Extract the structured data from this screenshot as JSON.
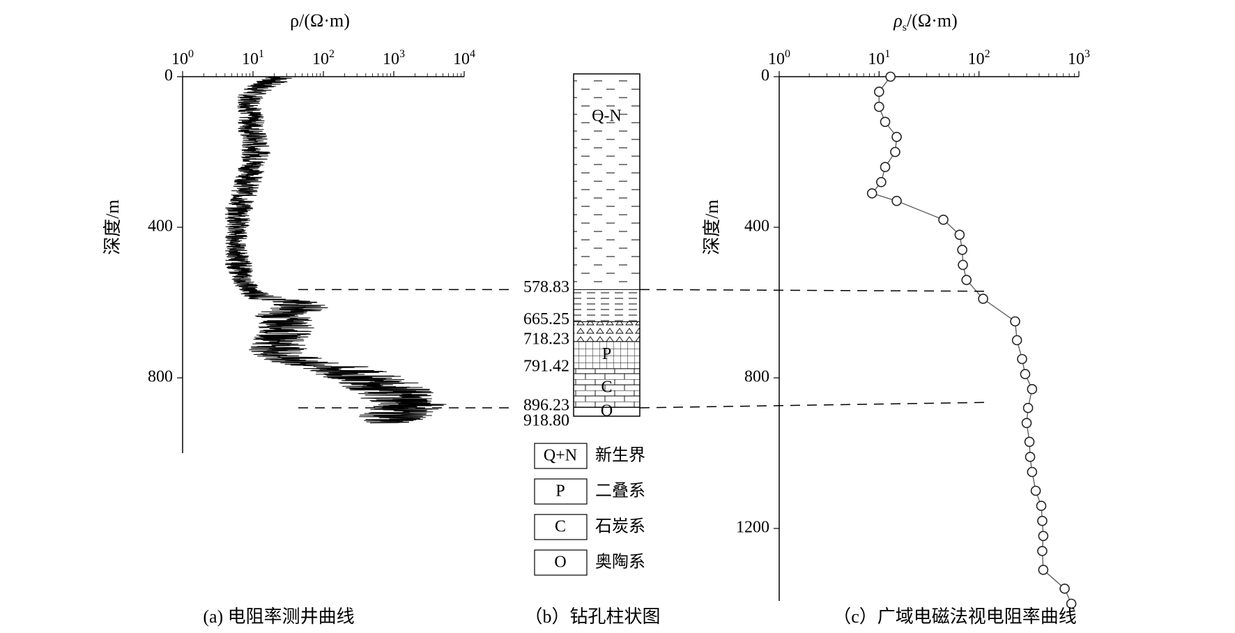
{
  "chart_data": [
    {
      "id": "a",
      "type": "line",
      "caption": "(a)  电阻率测井曲线",
      "x_title": "ρ/(Ω·m)",
      "y_title": "深度/m",
      "x_scale": "log",
      "x_axis_position": "top",
      "xlim": [
        1,
        10000
      ],
      "x_ticks": [
        {
          "value": 1,
          "base": "10",
          "exp": "0"
        },
        {
          "value": 10,
          "base": "10",
          "exp": "1"
        },
        {
          "value": 100,
          "base": "10",
          "exp": "2"
        },
        {
          "value": 1000,
          "base": "10",
          "exp": "3"
        },
        {
          "value": 10000,
          "base": "10",
          "exp": "4"
        }
      ],
      "ylim": [
        0,
        1000
      ],
      "y_inverted": true,
      "y_ticks": [
        {
          "value": 0,
          "label": "0"
        },
        {
          "value": 400,
          "label": "400"
        },
        {
          "value": 800,
          "label": "800"
        }
      ],
      "grid": false,
      "series": [
        {
          "color": "#000000",
          "points": [
            [
              0,
              35
            ],
            [
              20,
              15
            ],
            [
              50,
              9
            ],
            [
              100,
              8
            ],
            [
              150,
              9
            ],
            [
              200,
              10
            ],
            [
              250,
              9
            ],
            [
              300,
              7
            ],
            [
              350,
              6
            ],
            [
              400,
              5
            ],
            [
              450,
              5
            ],
            [
              500,
              6
            ],
            [
              540,
              7
            ],
            [
              570,
              8
            ],
            [
              590,
              15
            ],
            [
              610,
              70
            ],
            [
              630,
              25
            ],
            [
              660,
              30
            ],
            [
              700,
              25
            ],
            [
              740,
              20
            ],
            [
              760,
              50
            ],
            [
              790,
              400
            ],
            [
              810,
              800
            ],
            [
              830,
              1200
            ],
            [
              850,
              2000
            ],
            [
              870,
              3500
            ],
            [
              890,
              3000
            ],
            [
              900,
              2500
            ],
            [
              910,
              2000
            ],
            [
              920,
              800
            ]
          ],
          "envelope": [
            [
              0,
              15,
              45
            ],
            [
              20,
              8,
              25
            ],
            [
              50,
              6,
              14
            ],
            [
              100,
              6,
              14
            ],
            [
              150,
              6,
              16
            ],
            [
              200,
              7,
              18
            ],
            [
              250,
              6,
              15
            ],
            [
              300,
              5,
              12
            ],
            [
              350,
              4,
              10
            ],
            [
              400,
              4,
              9
            ],
            [
              450,
              4,
              8
            ],
            [
              500,
              4,
              10
            ],
            [
              540,
              5,
              10
            ],
            [
              570,
              6,
              14
            ],
            [
              590,
              8,
              30
            ],
            [
              610,
              20,
              150
            ],
            [
              630,
              10,
              60
            ],
            [
              660,
              12,
              80
            ],
            [
              700,
              10,
              60
            ],
            [
              740,
              8,
              60
            ],
            [
              760,
              15,
              150
            ],
            [
              790,
              60,
              1000
            ],
            [
              810,
              150,
              2000
            ],
            [
              830,
              200,
              3500
            ],
            [
              850,
              300,
              4500
            ],
            [
              870,
              500,
              6000
            ],
            [
              890,
              400,
              5000
            ],
            [
              900,
              300,
              3500
            ],
            [
              910,
              300,
              3000
            ],
            [
              920,
              300,
              1500
            ]
          ]
        }
      ]
    },
    {
      "id": "b",
      "type": "table",
      "caption": "（b）钻孔柱状图",
      "depth_range": [
        0,
        918.8
      ],
      "boundaries": [
        "578.83",
        "665.25",
        "718.23",
        "791.42",
        "896.23",
        "918.80"
      ],
      "layers": [
        {
          "from": 0,
          "to": 578.83,
          "label": "Q-N",
          "pattern": "dashes"
        },
        {
          "from": 578.83,
          "to": 665.25,
          "label": "",
          "pattern": "lines"
        },
        {
          "from": 665.25,
          "to": 718.23,
          "label": "",
          "pattern": "triangles"
        },
        {
          "from": 718.23,
          "to": 791.42,
          "label": "P",
          "pattern": "grid"
        },
        {
          "from": 791.42,
          "to": 896.23,
          "label": "C",
          "pattern": "bricks"
        },
        {
          "from": 896.23,
          "to": 918.8,
          "label": "O",
          "pattern": "plain"
        }
      ],
      "legend": [
        {
          "code": "Q+N",
          "name": "新生界"
        },
        {
          "code": "P",
          "name": "二叠系"
        },
        {
          "code": "C",
          "name": "石炭系"
        },
        {
          "code": "O",
          "name": "奥陶系"
        }
      ]
    },
    {
      "id": "c",
      "type": "scatter",
      "caption": "（c）广域电磁法视电阻率曲线",
      "x_title_base": "ρ",
      "x_title_sub": "s",
      "x_title_rest": "/(Ω·m)",
      "y_title": "深度/m",
      "x_scale": "log",
      "x_axis_position": "top",
      "xlim": [
        1,
        1000
      ],
      "x_ticks": [
        {
          "value": 1,
          "base": "10",
          "exp": "0"
        },
        {
          "value": 10,
          "base": "10",
          "exp": "1"
        },
        {
          "value": 100,
          "base": "10",
          "exp": "2"
        },
        {
          "value": 1000,
          "base": "10",
          "exp": "3"
        }
      ],
      "ylim": [
        0,
        1400
      ],
      "y_inverted": true,
      "y_ticks": [
        {
          "value": 0,
          "label": "0"
        },
        {
          "value": 400,
          "label": "400"
        },
        {
          "value": 800,
          "label": "800"
        },
        {
          "value": 1200,
          "label": "1200"
        }
      ],
      "grid": false,
      "series": [
        {
          "color": "#555555",
          "points": [
            [
              13,
              0
            ],
            [
              10,
              40
            ],
            [
              10,
              80
            ],
            [
              11.5,
              120
            ],
            [
              15,
              160
            ],
            [
              14.5,
              200
            ],
            [
              11.5,
              240
            ],
            [
              10.5,
              280
            ],
            [
              8.5,
              310
            ],
            [
              15,
              330
            ],
            [
              44,
              380
            ],
            [
              64,
              420
            ],
            [
              68,
              460
            ],
            [
              69,
              500
            ],
            [
              75,
              540
            ],
            [
              110,
              590
            ],
            [
              230,
              650
            ],
            [
              240,
              700
            ],
            [
              270,
              750
            ],
            [
              290,
              790
            ],
            [
              340,
              830
            ],
            [
              310,
              880
            ],
            [
              300,
              920
            ],
            [
              320,
              970
            ],
            [
              325,
              1010
            ],
            [
              340,
              1050
            ],
            [
              370,
              1100
            ],
            [
              420,
              1140
            ],
            [
              430,
              1180
            ],
            [
              440,
              1220
            ],
            [
              430,
              1260
            ],
            [
              440,
              1310
            ],
            [
              720,
              1360
            ],
            [
              840,
              1400
            ]
          ]
        }
      ]
    }
  ],
  "correlation_lines": [
    {
      "from_depth": "578.83",
      "to_depth_c": 570
    },
    {
      "from_depth": "896.23",
      "to_depth_c": 865
    }
  ]
}
